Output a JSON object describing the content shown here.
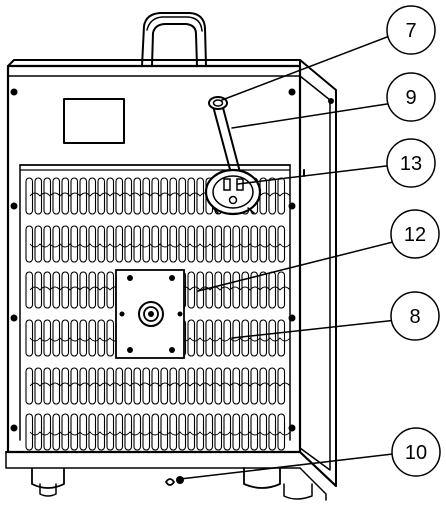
{
  "callouts": [
    {
      "id": "c7",
      "label": "7"
    },
    {
      "id": "c9",
      "label": "9"
    },
    {
      "id": "c13",
      "label": "13"
    },
    {
      "id": "c12",
      "label": "12"
    },
    {
      "id": "c8",
      "label": "8"
    },
    {
      "id": "c10",
      "label": "10"
    }
  ]
}
